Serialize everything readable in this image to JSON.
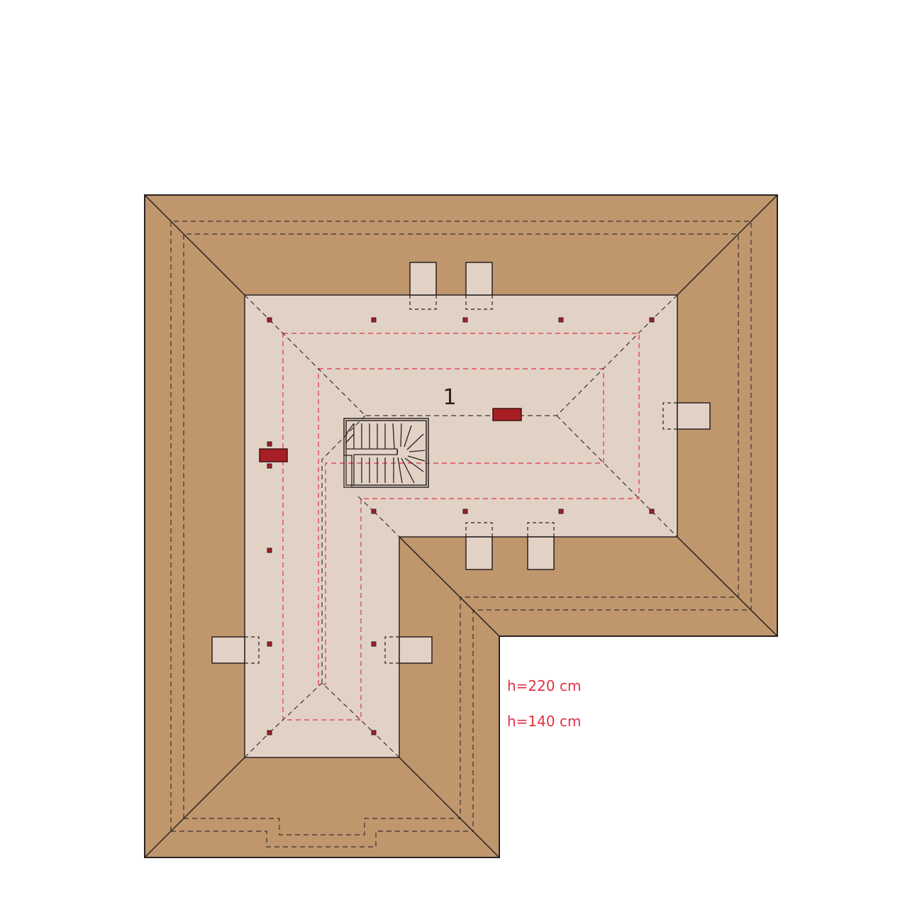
{
  "room": {
    "number": "1"
  },
  "heights": {
    "full": "h=220 cm",
    "low": "h=140 cm"
  },
  "colors": {
    "roof": "#c0966d",
    "floor": "#e2d2c6",
    "line": "#2a2220",
    "height_line": "#e03246",
    "chimney": "#a71e24"
  }
}
